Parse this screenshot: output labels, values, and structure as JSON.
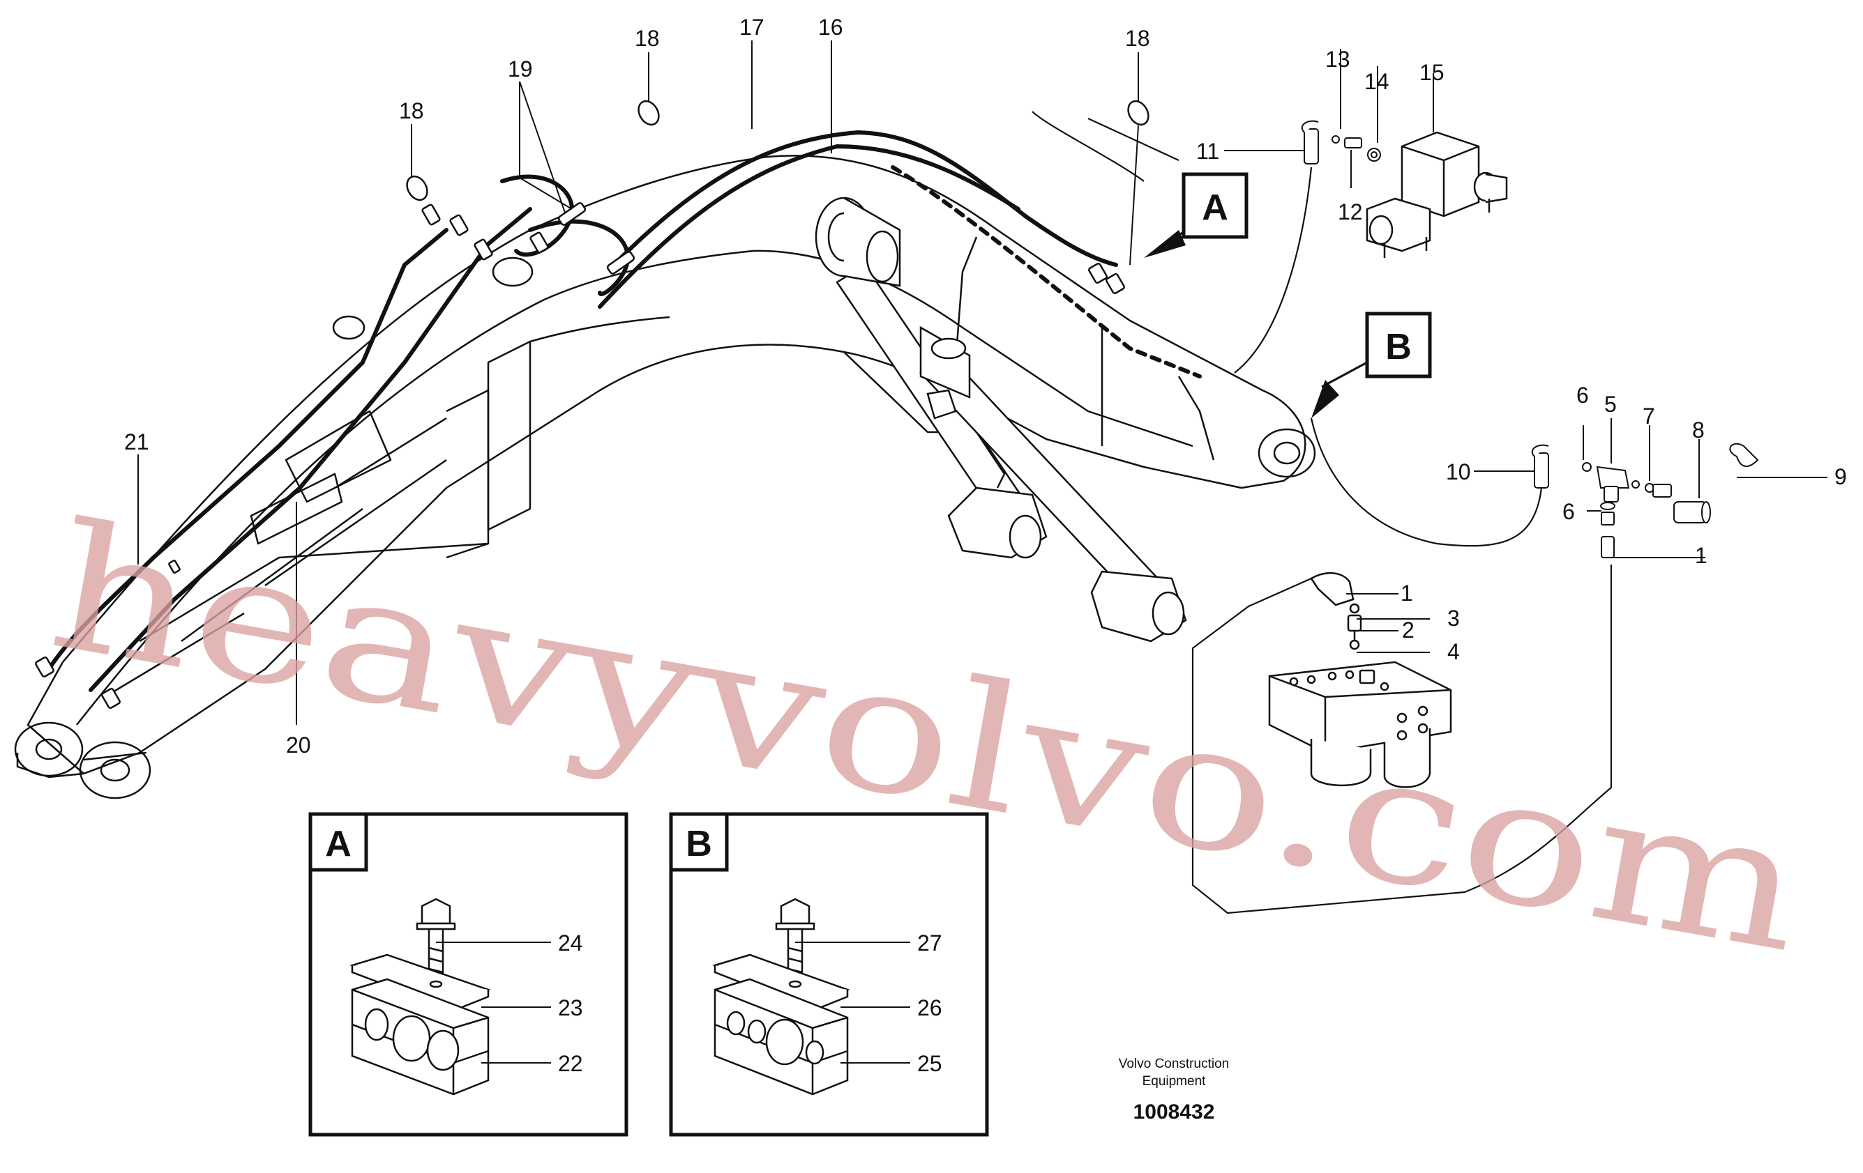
{
  "callouts": {
    "c1a": "1",
    "c1b": "1",
    "c2": "2",
    "c3": "3",
    "c4": "4",
    "c5": "5",
    "c6a": "6",
    "c6b": "6",
    "c7": "7",
    "c8": "8",
    "c9": "9",
    "c10": "10",
    "c11": "11",
    "c12": "12",
    "c13": "13",
    "c14": "14",
    "c15": "15",
    "c16": "16",
    "c17": "17",
    "c18a": "18",
    "c18b": "18",
    "c18c": "18",
    "c19": "19",
    "c20": "20",
    "c21": "21",
    "c22": "22",
    "c23": "23",
    "c24": "24",
    "c25": "25",
    "c26": "26",
    "c27": "27"
  },
  "view_markers": {
    "a": "A",
    "b": "B"
  },
  "detail_boxes": {
    "a_title": "A",
    "b_title": "B"
  },
  "watermark": "heavyvolvo.com",
  "caption": {
    "line1": "Volvo Construction",
    "line2": "Equipment"
  },
  "document_number": "1008432"
}
